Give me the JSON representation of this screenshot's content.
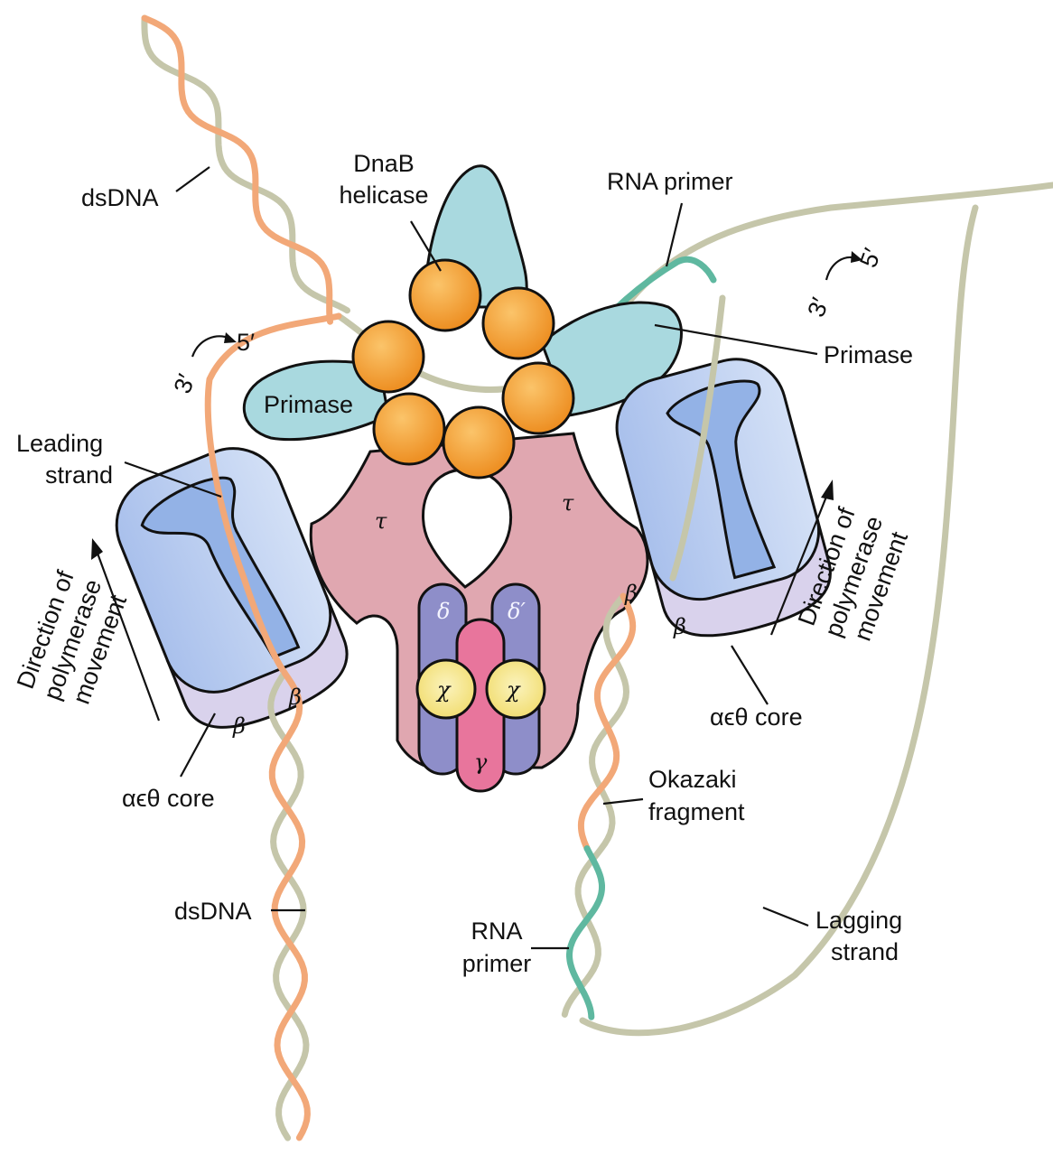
{
  "labels": {
    "dsdna_top": "dsDNA",
    "dnab_line1": "DnaB",
    "dnab_line2": "helicase",
    "rna_primer_top": "RNA primer",
    "primase_right": "Primase",
    "primase_left": "Primase",
    "leading_line1": "Leading",
    "leading_line2": "strand",
    "direction_left_line1": "Direction of",
    "direction_left_line2": "polymerase",
    "direction_left_line3": "movement",
    "direction_right_line1": "Direction of",
    "direction_right_line2": "polymerase",
    "direction_right_line3": "movement",
    "core_left": "αϵθ core",
    "core_right": "αϵθ core",
    "dsdna_bottom": "dsDNA",
    "okazaki_line1": "Okazaki",
    "okazaki_line2": "fragment",
    "rna_primer_bottom_line1": "RNA",
    "rna_primer_bottom_line2": "primer",
    "lagging_line1": "Lagging",
    "lagging_line2": "strand",
    "polarity_left_3": "3′",
    "polarity_left_5": "5′",
    "polarity_right_3": "3′",
    "polarity_right_5": "5′"
  },
  "subunits": {
    "tau_left": "τ",
    "tau_right": "τ",
    "delta": "δ",
    "delta_prime": "δ′",
    "chi_left": "χ",
    "chi_right": "χ",
    "gamma": "γ",
    "beta_left_1": "β",
    "beta_left_2": "β",
    "beta_right_1": "β",
    "beta_right_2": "β"
  },
  "colors": {
    "dna_orange": "#f2a878",
    "dna_gray": "#c5c6aa",
    "rna_teal": "#5fb8a0",
    "helicase_orange": "#f29a2e",
    "primase_teal": "#a9d9df",
    "tau_pink": "#e0a7b0",
    "polymerase_blue": "#bccff0",
    "beta_lavender": "#d9d2ec",
    "delta_purple": "#8e8ec9",
    "gamma_pink": "#e8759c",
    "chi_yellow": "#f6e88e"
  }
}
